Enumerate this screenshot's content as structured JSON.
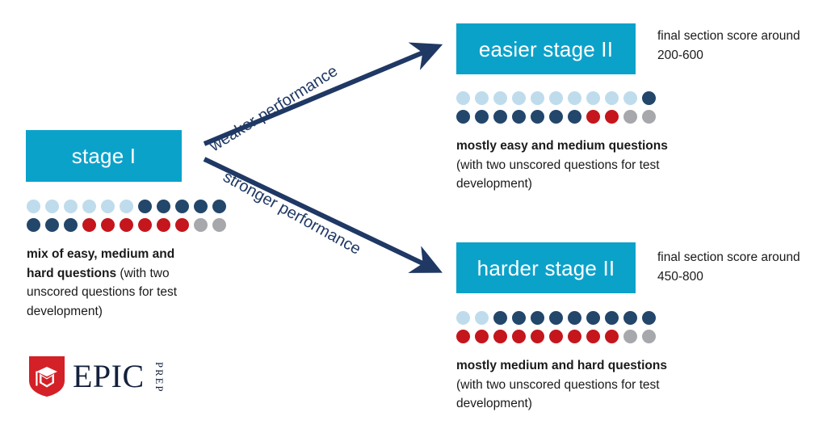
{
  "palette": {
    "teal": "#0ba2ca",
    "navy_arrow": "#1f3864",
    "dot_light_blue": "#bfdcec",
    "dot_navy": "#23466b",
    "dot_red": "#c4161c",
    "dot_gray": "#a6a8ab",
    "text": "#1a1a1a",
    "logo_red": "#d42027",
    "logo_navy": "#14213d"
  },
  "stage1": {
    "box_label": "stage I",
    "caption_bold": "mix of easy, medium and hard questions",
    "caption_rest": " (with two unscored questions for test development)",
    "dot_rows": [
      [
        "light",
        "light",
        "light",
        "light",
        "light",
        "light",
        "navy",
        "navy",
        "navy",
        "navy",
        "navy"
      ],
      [
        "navy",
        "navy",
        "navy",
        "red",
        "red",
        "red",
        "red",
        "red",
        "red",
        "gray",
        "gray"
      ]
    ]
  },
  "easier_stage2": {
    "box_label": "easier stage II",
    "score_note": "final section score around 200-600",
    "caption_bold": "mostly easy and medium questions",
    "caption_rest": " (with two unscored questions for test development)",
    "dot_rows": [
      [
        "light",
        "light",
        "light",
        "light",
        "light",
        "light",
        "light",
        "light",
        "light",
        "light",
        "navy"
      ],
      [
        "navy",
        "navy",
        "navy",
        "navy",
        "navy",
        "navy",
        "navy",
        "red",
        "red",
        "gray",
        "gray"
      ]
    ]
  },
  "harder_stage2": {
    "box_label": "harder stage II",
    "score_note": "final section score around 450-800",
    "caption_bold": "mostly medium and hard questions",
    "caption_rest": " (with two unscored questions for test development)",
    "dot_rows": [
      [
        "light",
        "light",
        "navy",
        "navy",
        "navy",
        "navy",
        "navy",
        "navy",
        "navy",
        "navy",
        "navy"
      ],
      [
        "red",
        "red",
        "red",
        "red",
        "red",
        "red",
        "red",
        "red",
        "red",
        "gray",
        "gray"
      ]
    ]
  },
  "arrows": {
    "weaker_label": "weaker performance",
    "stronger_label": "stronger performance"
  },
  "logo": {
    "word_main": "EPIC",
    "word_sub": "PREP"
  }
}
